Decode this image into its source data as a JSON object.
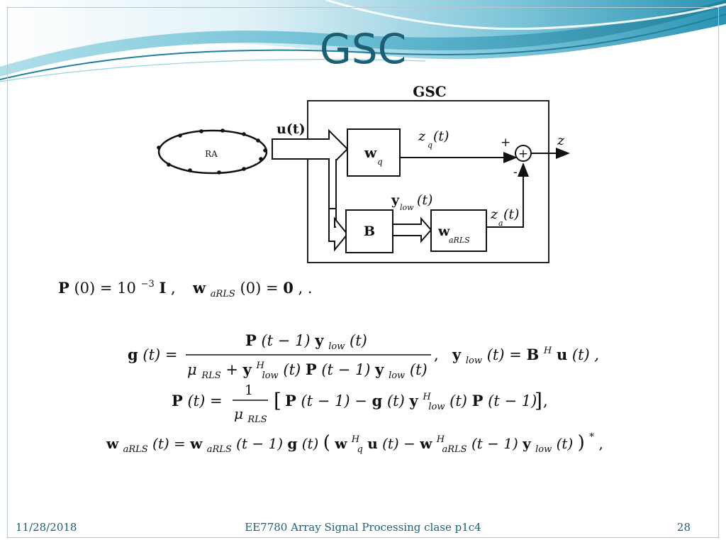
{
  "slide": {
    "title": "GSC",
    "footer": {
      "date": "11/28/2018",
      "center": "EE7780 Array Signal Processing clase p1c4",
      "page": "28"
    }
  },
  "diagram": {
    "box_title": "GSC",
    "array_label": "RA",
    "input_label": "u(t)",
    "wq_block": "w",
    "wq_sub": "q",
    "zq_label": "z",
    "zq_sub": "q",
    "zq_arg": "(t)",
    "b_block": "B",
    "ylow_label": "y",
    "ylow_sub": "low",
    "ylow_arg": "(t)",
    "warls_block": "w",
    "warls_sub": "aRLS",
    "za_label": "z",
    "za_sub": "a",
    "za_arg": "(t)",
    "plus_sign": "+",
    "minus_sign": "-",
    "sum_symbol": "+",
    "output_label": "z"
  },
  "init": {
    "p0": {
      "P": "P",
      "arg": " (0) = 10",
      "exp": "−3",
      "I": "I",
      "tail": ","
    },
    "w0": {
      "w": "w",
      "sub": "aRLS",
      "arg": " (0) = ",
      "zero": "0",
      "tail": ", ."
    }
  },
  "equations": {
    "g": {
      "lhs_bold": "g",
      "lhs_arg": " (t) = ",
      "num_P": "P",
      "num_arg1": " (t − 1) ",
      "num_y": "y",
      "num_sub": "low",
      "num_arg2": " (t)",
      "den_mu": "μ",
      "den_mu_sub": "RLS",
      "den_plus": " + ",
      "den_y": "y",
      "den_sup": "H",
      "den_sub": "low",
      "den_arg1": " (t) ",
      "den_P": "P",
      "den_arg2": " (t − 1) ",
      "den_y2": "y",
      "den_sub2": "low",
      "den_arg3": " (t)",
      "tail": ","
    },
    "ylow": {
      "y": "y",
      "sub": "low",
      "arg": " (t) = ",
      "B": "B",
      "sup": "H",
      "u": "u",
      "arg2": " (t) ,"
    },
    "P": {
      "lhs_P": "P",
      "lhs_arg": " (t) = ",
      "frac_num": "1",
      "frac_mu": "μ",
      "frac_mu_sub": "RLS",
      "br_open": "[",
      "P1": "P",
      "arg1": " (t − 1) − ",
      "g": "g",
      "arg2": " (t) ",
      "y": "y",
      "sup": "H",
      "sub": "low",
      "arg3": " (t) ",
      "P2": "P",
      "arg4": " (t − 1)",
      "br_close": "]",
      "tail": " ,"
    },
    "w": {
      "lhs_w": "w",
      "lhs_sub": "aRLS",
      "lhs_arg": " (t) = ",
      "w1": "w",
      "w1_sub": "aRLS",
      "arg1": " (t − 1) ",
      "g": "g",
      "arg2": " (t) ",
      "par_open": "(",
      "wq": "w",
      "wq_sup": "H",
      "wq_sub": "q",
      "u": "u",
      "arg3": " (t) − ",
      "w2": "w",
      "w2_sup": "H",
      "w2_sub": "aRLS",
      "arg4": " (t − 1) ",
      "y": "y",
      "y_sub": "low",
      "arg5": " (t)",
      "par_close": ")",
      "star": "*",
      "tail": " ,"
    }
  },
  "colors": {
    "title": "#1c5f72",
    "footer": "#1c5f72",
    "wave_dark": "#1f7f9c",
    "wave_light": "#8fd0e0"
  }
}
